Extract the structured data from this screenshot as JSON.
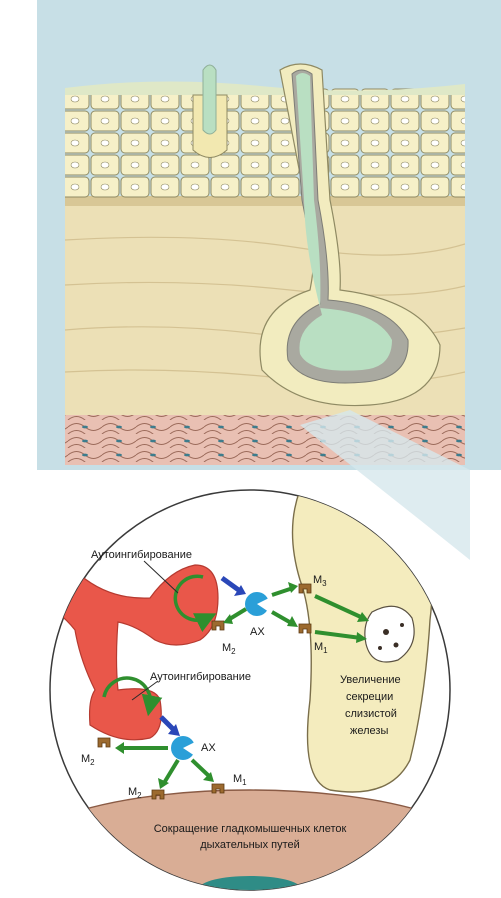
{
  "colors": {
    "background_panel": "#c7dfe6",
    "epithelium": "#f2ecbf",
    "submucosa": "#ece0b6",
    "mucus": "#b9dfc2",
    "muscle_layer": "#e9c0b3",
    "neuron": "#e9574a",
    "gland_cell": "#f4ecbe",
    "smooth_muscle": "#d9ad95",
    "acetylcholine": "#2a9fd8",
    "receptor": "#9c6a2f",
    "green_arrow": "#2f8f2e",
    "blue_arrow": "#2a47b8"
  },
  "labels": {
    "autoinhibition_top": "Аутоингибирование",
    "autoinhibition_bottom": "Аутоингибирование",
    "ach_top": "АХ",
    "ach_bottom": "АХ",
    "m2_top": "M",
    "m2_top_sub": "2",
    "m3": "M",
    "m3_sub": "3",
    "m1_top": "M",
    "m1_top_sub": "1",
    "m2_left": "M",
    "m2_left_sub": "2",
    "m2_bottom": "M",
    "m2_bottom_sub": "2",
    "m1_bottom": "M",
    "m1_bottom_sub": "1",
    "gland_effect": [
      "Увеличение",
      "секреции",
      "слизистой",
      "железы"
    ],
    "muscle_effect": [
      "Сокращение гладкомышечных клеток",
      "дыхательных путей"
    ]
  }
}
